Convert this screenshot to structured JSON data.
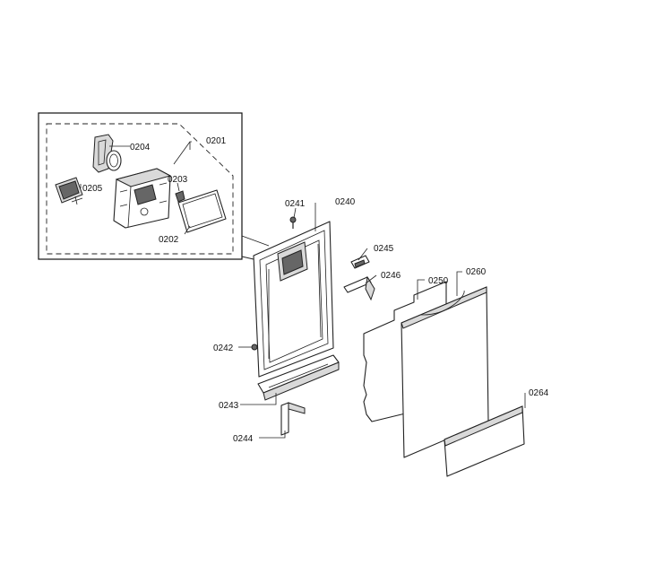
{
  "labels": {
    "p0201": "0201",
    "p0202": "0202",
    "p0203": "0203",
    "p0204": "0204",
    "p0205": "0205",
    "p0240": "0240",
    "p0241": "0241",
    "p0242": "0242",
    "p0243": "0243",
    "p0244": "0244",
    "p0245": "0245",
    "p0246": "0246",
    "p0250": "0250",
    "p0260": "0260",
    "p0264": "0264"
  }
}
